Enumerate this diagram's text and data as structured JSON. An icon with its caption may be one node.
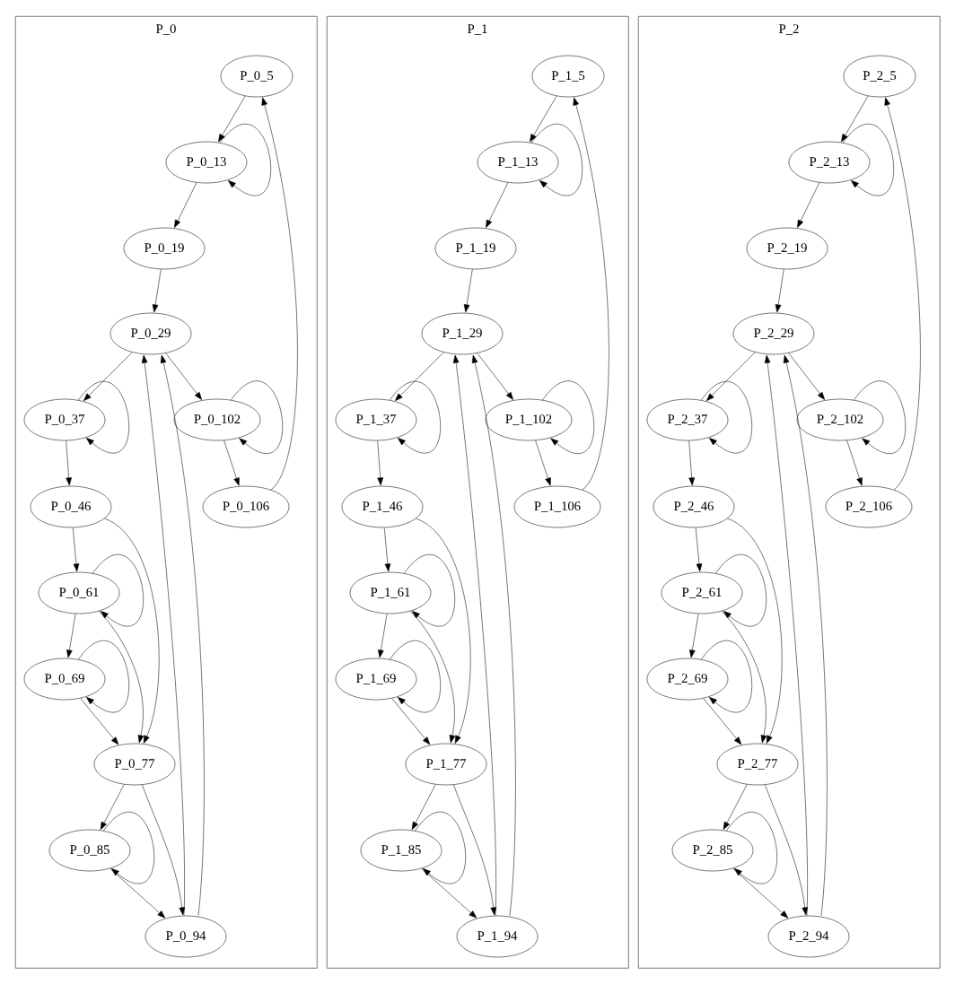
{
  "diagram": {
    "nodes": [
      {
        "text": [
          "P_0"
        ]
      },
      {
        "text": [
          "P_0_5"
        ],
        "in": 0
      },
      {
        "text": [
          "P_0_13"
        ],
        "in": 0
      },
      {
        "text": [
          "P_0_19"
        ],
        "in": 0
      },
      {
        "text": [
          "P_0_29"
        ],
        "in": 0
      },
      {
        "text": [
          "P_0_37"
        ],
        "in": 0
      },
      {
        "text": [
          "P_0_102"
        ],
        "in": 0
      },
      {
        "text": [
          "P_0_46"
        ],
        "in": 0
      },
      {
        "text": [
          "P_0_106"
        ],
        "in": 0
      },
      {
        "text": [
          "P_0_61"
        ],
        "in": 0
      },
      {
        "text": [
          "P_0_69"
        ],
        "in": 0
      },
      {
        "text": [
          "P_0_77"
        ],
        "in": 0
      },
      {
        "text": [
          "P_0_85"
        ],
        "in": 0
      },
      {
        "text": [
          "P_0_94"
        ],
        "in": 0
      },
      {
        "text": [
          "P_1"
        ]
      },
      {
        "text": [
          "P_1_5"
        ],
        "in": 14
      },
      {
        "text": [
          "P_1_13"
        ],
        "in": 14
      },
      {
        "text": [
          "P_1_19"
        ],
        "in": 14
      },
      {
        "text": [
          "P_1_29"
        ],
        "in": 14
      },
      {
        "text": [
          "P_1_37"
        ],
        "in": 14
      },
      {
        "text": [
          "P_1_102"
        ],
        "in": 14
      },
      {
        "text": [
          "P_1_46"
        ],
        "in": 14
      },
      {
        "text": [
          "P_1_106"
        ],
        "in": 14
      },
      {
        "text": [
          "P_1_61"
        ],
        "in": 14
      },
      {
        "text": [
          "P_1_69"
        ],
        "in": 14
      },
      {
        "text": [
          "P_1_77"
        ],
        "in": 14
      },
      {
        "text": [
          "P_1_85"
        ],
        "in": 14
      },
      {
        "text": [
          "P_1_94"
        ],
        "in": 14
      },
      {
        "text": [
          "P_2"
        ]
      },
      {
        "text": [
          "P_2_5"
        ],
        "in": 28
      },
      {
        "text": [
          "P_2_13"
        ],
        "in": 28
      },
      {
        "text": [
          "P_2_19"
        ],
        "in": 28
      },
      {
        "text": [
          "P_2_29"
        ],
        "in": 28
      },
      {
        "text": [
          "P_2_37"
        ],
        "in": 28
      },
      {
        "text": [
          "P_2_102"
        ],
        "in": 28
      },
      {
        "text": [
          "P_2_46"
        ],
        "in": 28
      },
      {
        "text": [
          "P_2_106"
        ],
        "in": 28
      },
      {
        "text": [
          "P_2_61"
        ],
        "in": 28
      },
      {
        "text": [
          "P_2_69"
        ],
        "in": 28
      },
      {
        "text": [
          "P_2_77"
        ],
        "in": 28
      },
      {
        "text": [
          "P_2_85"
        ],
        "in": 28
      },
      {
        "text": [
          "P_2_94"
        ],
        "in": 28
      }
    ],
    "edges": [
      {
        "from": 1,
        "to": 2,
        "arrow": "to"
      },
      {
        "from": 2,
        "to": 2,
        "arrow": "to"
      },
      {
        "from": 2,
        "to": 3,
        "arrow": "to"
      },
      {
        "from": 3,
        "to": 4,
        "arrow": "to"
      },
      {
        "from": 4,
        "to": 5,
        "arrow": "to"
      },
      {
        "from": 4,
        "to": 6,
        "arrow": "to"
      },
      {
        "from": 5,
        "to": 5,
        "arrow": "to"
      },
      {
        "from": 6,
        "to": 6,
        "arrow": "to"
      },
      {
        "from": 5,
        "to": 7,
        "arrow": "to"
      },
      {
        "from": 6,
        "to": 8,
        "arrow": "to"
      },
      {
        "from": 8,
        "to": 1,
        "arrow": "to"
      },
      {
        "from": 7,
        "to": 9,
        "arrow": "to"
      },
      {
        "from": 7,
        "to": 11,
        "arrow": "to"
      },
      {
        "from": 9,
        "to": 9,
        "arrow": "to"
      },
      {
        "from": 9,
        "to": 11,
        "arrow": "to"
      },
      {
        "from": 9,
        "to": 10,
        "arrow": "to"
      },
      {
        "from": 10,
        "to": 10,
        "arrow": "to"
      },
      {
        "from": 10,
        "to": 11,
        "arrow": "to"
      },
      {
        "from": 11,
        "to": 12,
        "arrow": "to"
      },
      {
        "from": 11,
        "to": 13,
        "arrow": "to"
      },
      {
        "from": 12,
        "to": 12,
        "arrow": "to"
      },
      {
        "from": 12,
        "to": 13,
        "arrow": "to"
      },
      {
        "from": 13,
        "to": 4,
        "arrow": "to"
      },
      {
        "from": 13,
        "to": 4,
        "arrow": "to"
      },
      {
        "from": 15,
        "to": 16,
        "arrow": "to"
      },
      {
        "from": 16,
        "to": 16,
        "arrow": "to"
      },
      {
        "from": 16,
        "to": 17,
        "arrow": "to"
      },
      {
        "from": 17,
        "to": 18,
        "arrow": "to"
      },
      {
        "from": 18,
        "to": 19,
        "arrow": "to"
      },
      {
        "from": 18,
        "to": 20,
        "arrow": "to"
      },
      {
        "from": 19,
        "to": 19,
        "arrow": "to"
      },
      {
        "from": 20,
        "to": 20,
        "arrow": "to"
      },
      {
        "from": 19,
        "to": 21,
        "arrow": "to"
      },
      {
        "from": 20,
        "to": 22,
        "arrow": "to"
      },
      {
        "from": 22,
        "to": 15,
        "arrow": "to"
      },
      {
        "from": 21,
        "to": 23,
        "arrow": "to"
      },
      {
        "from": 21,
        "to": 25,
        "arrow": "to"
      },
      {
        "from": 23,
        "to": 23,
        "arrow": "to"
      },
      {
        "from": 23,
        "to": 25,
        "arrow": "to"
      },
      {
        "from": 23,
        "to": 24,
        "arrow": "to"
      },
      {
        "from": 24,
        "to": 24,
        "arrow": "to"
      },
      {
        "from": 24,
        "to": 25,
        "arrow": "to"
      },
      {
        "from": 25,
        "to": 26,
        "arrow": "to"
      },
      {
        "from": 25,
        "to": 27,
        "arrow": "to"
      },
      {
        "from": 26,
        "to": 26,
        "arrow": "to"
      },
      {
        "from": 26,
        "to": 27,
        "arrow": "to"
      },
      {
        "from": 27,
        "to": 18,
        "arrow": "to"
      },
      {
        "from": 27,
        "to": 18,
        "arrow": "to"
      },
      {
        "from": 29,
        "to": 30,
        "arrow": "to"
      },
      {
        "from": 30,
        "to": 30,
        "arrow": "to"
      },
      {
        "from": 30,
        "to": 31,
        "arrow": "to"
      },
      {
        "from": 31,
        "to": 32,
        "arrow": "to"
      },
      {
        "from": 32,
        "to": 33,
        "arrow": "to"
      },
      {
        "from": 32,
        "to": 34,
        "arrow": "to"
      },
      {
        "from": 33,
        "to": 33,
        "arrow": "to"
      },
      {
        "from": 34,
        "to": 34,
        "arrow": "to"
      },
      {
        "from": 33,
        "to": 35,
        "arrow": "to"
      },
      {
        "from": 34,
        "to": 36,
        "arrow": "to"
      },
      {
        "from": 36,
        "to": 29,
        "arrow": "to"
      },
      {
        "from": 35,
        "to": 37,
        "arrow": "to"
      },
      {
        "from": 35,
        "to": 39,
        "arrow": "to"
      },
      {
        "from": 37,
        "to": 37,
        "arrow": "to"
      },
      {
        "from": 37,
        "to": 39,
        "arrow": "to"
      },
      {
        "from": 37,
        "to": 38,
        "arrow": "to"
      },
      {
        "from": 38,
        "to": 38,
        "arrow": "to"
      },
      {
        "from": 38,
        "to": 39,
        "arrow": "to"
      },
      {
        "from": 39,
        "to": 40,
        "arrow": "to"
      },
      {
        "from": 39,
        "to": 41,
        "arrow": "to"
      },
      {
        "from": 40,
        "to": 40,
        "arrow": "to"
      },
      {
        "from": 40,
        "to": 41,
        "arrow": "to"
      },
      {
        "from": 41,
        "to": 32,
        "arrow": "to"
      },
      {
        "from": 41,
        "to": 32,
        "arrow": "to"
      }
    ]
  }
}
